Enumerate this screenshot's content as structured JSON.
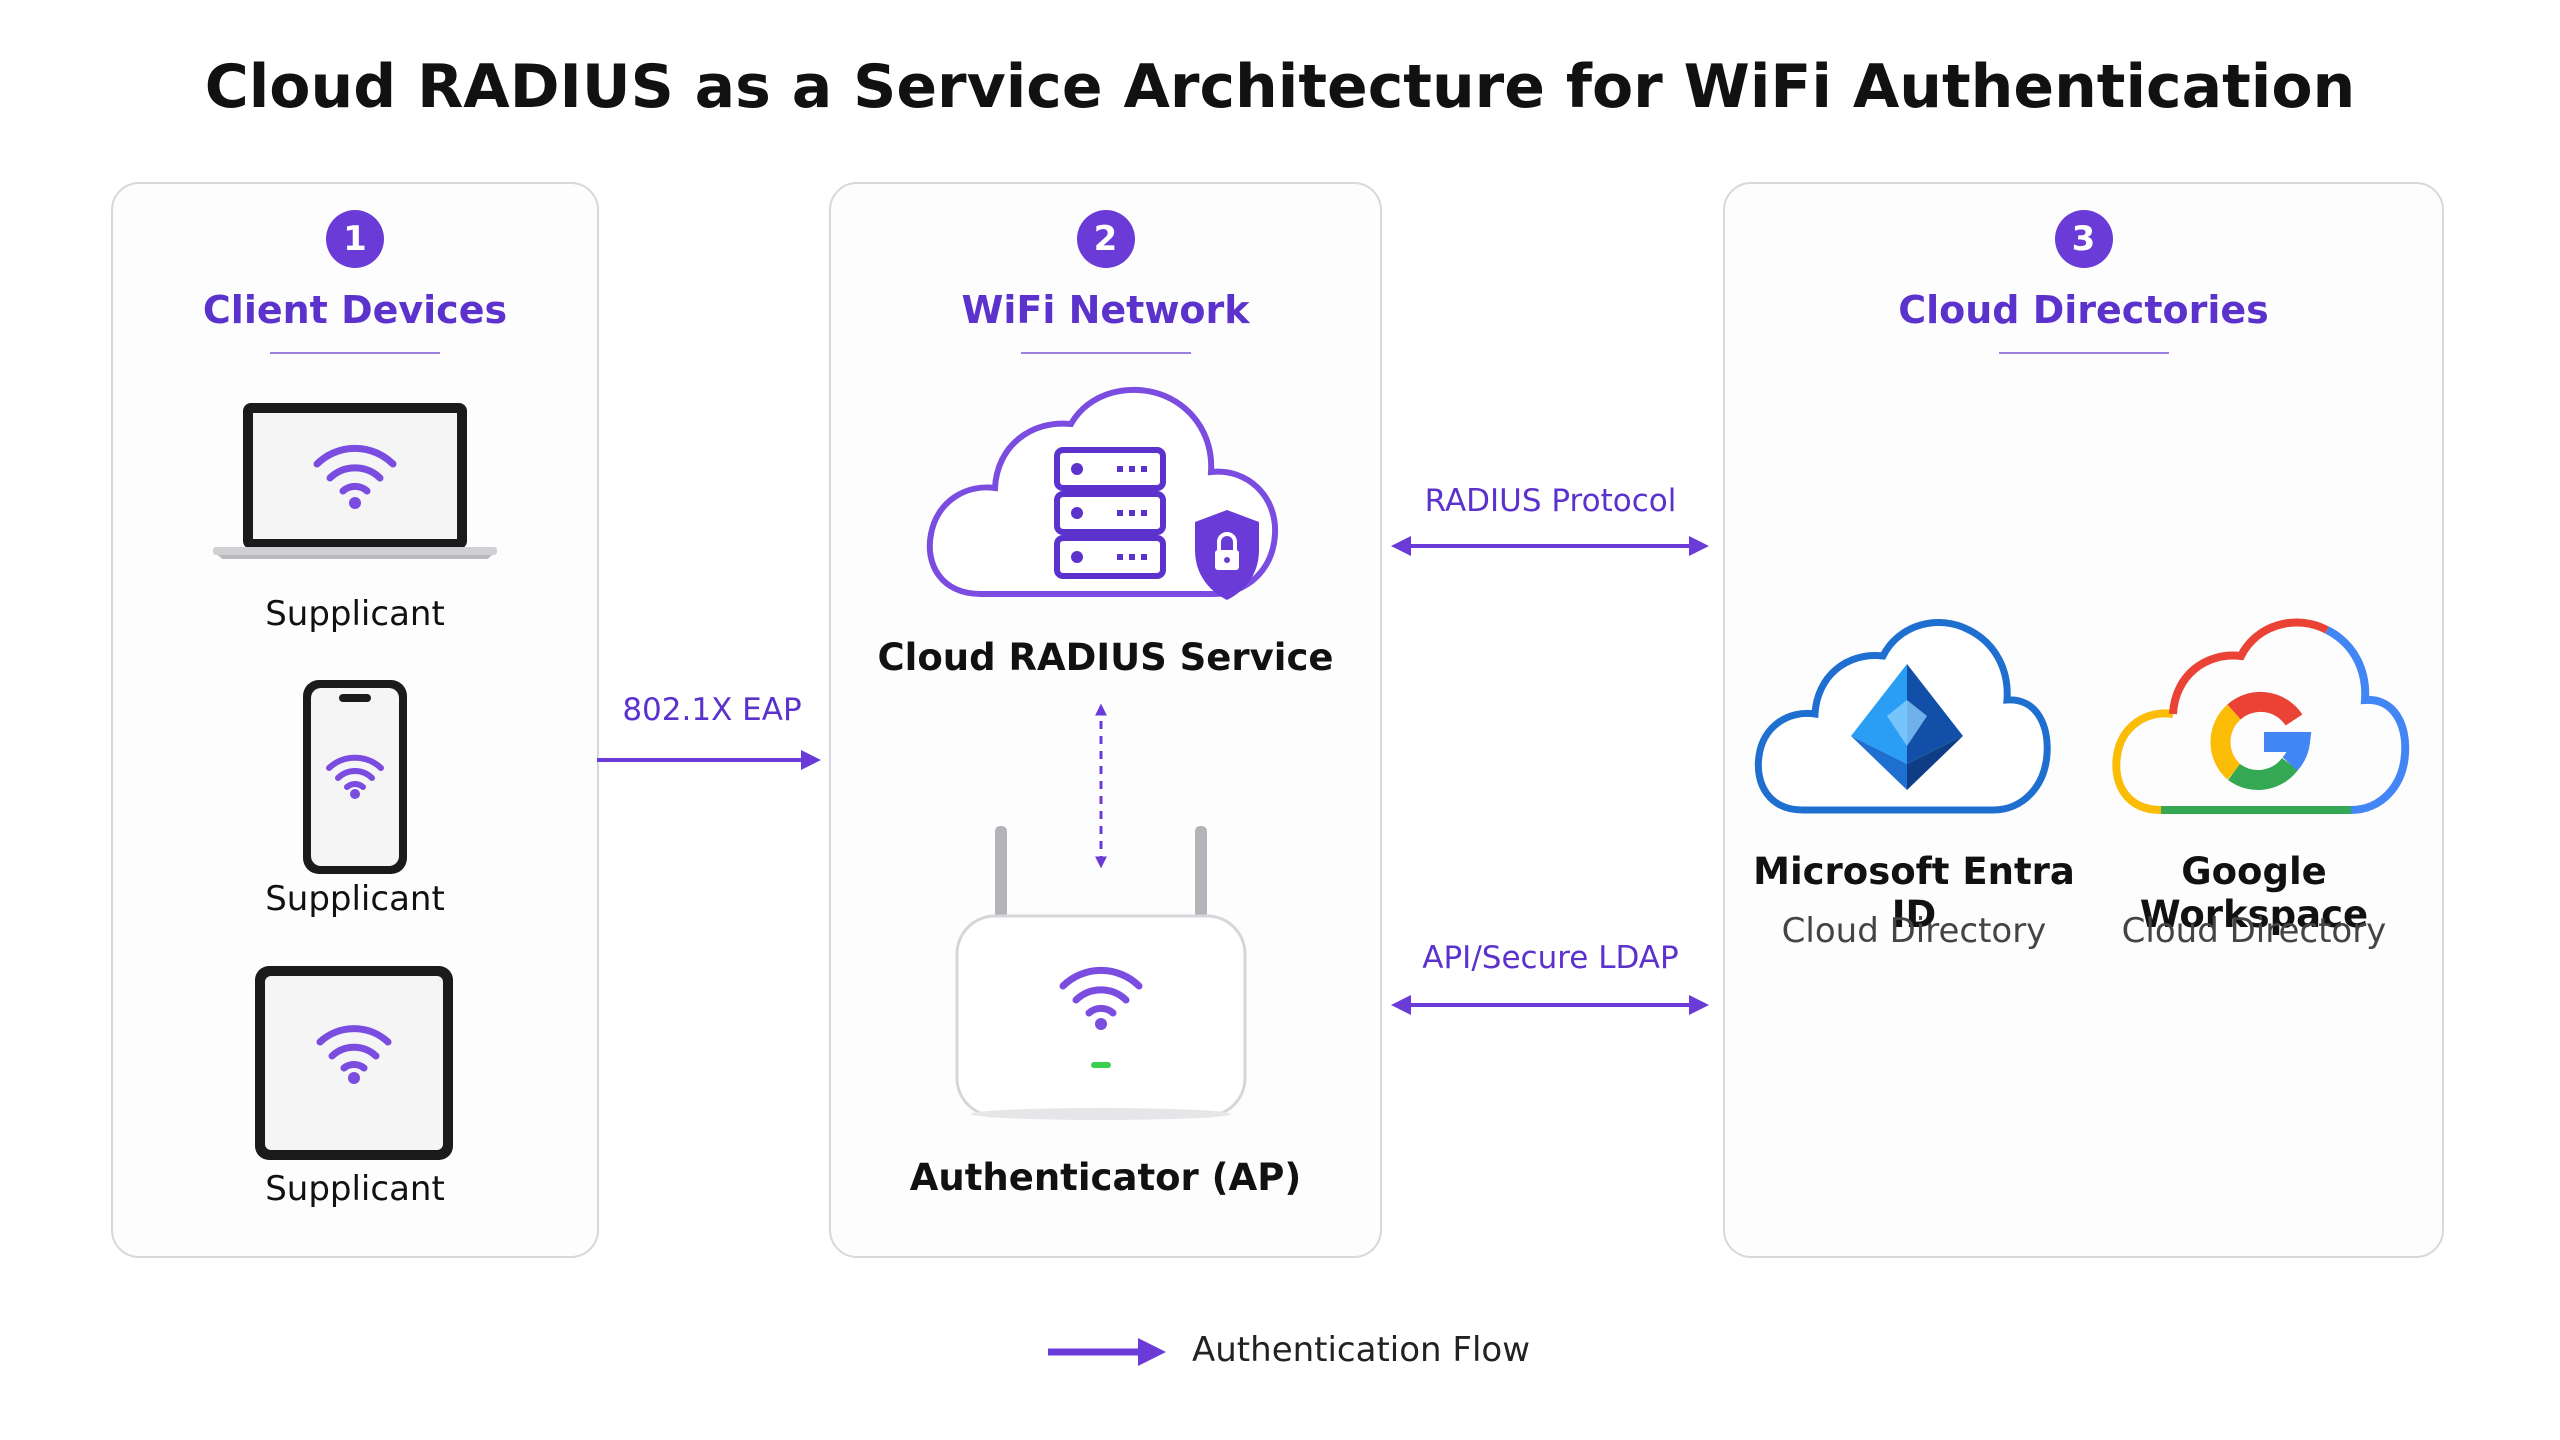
{
  "title": "Cloud RADIUS as a Service Architecture for WiFi Authentication",
  "panels": [
    {
      "number": "1",
      "title": "Client Devices",
      "devices": [
        {
          "icon": "laptop-icon",
          "label": "Supplicant"
        },
        {
          "icon": "smartphone-icon",
          "label": "Supplicant"
        },
        {
          "icon": "tablet-icon",
          "label": "Supplicant"
        }
      ]
    },
    {
      "number": "2",
      "title": "WiFi Network",
      "radius_service_label": "Cloud RADIUS Service",
      "authenticator_label": "Authenticator (AP)"
    },
    {
      "number": "3",
      "title": "Cloud Directories",
      "directories": [
        {
          "icon": "microsoft-entra-logo",
          "name": "Microsoft Entra ID",
          "type": "Cloud Directory"
        },
        {
          "icon": "google-logo",
          "name": "Google Workspace",
          "type": "Cloud Directory"
        }
      ]
    }
  ],
  "flows": {
    "eap": "802.1X EAP",
    "radius": "RADIUS Protocol",
    "ldap": "API/Secure LDAP"
  },
  "legend": {
    "label": "Authentication Flow"
  },
  "colors": {
    "accent": "#6a3bd6",
    "accent_text": "#5b32cc",
    "panel_border": "#d8d8dc",
    "entra_blue": "#1f6fd0",
    "google_blue": "#4285f4",
    "google_red": "#ea4335",
    "google_yellow": "#fbbc05",
    "google_green": "#34a853",
    "status_led": "#3ccf4e"
  }
}
